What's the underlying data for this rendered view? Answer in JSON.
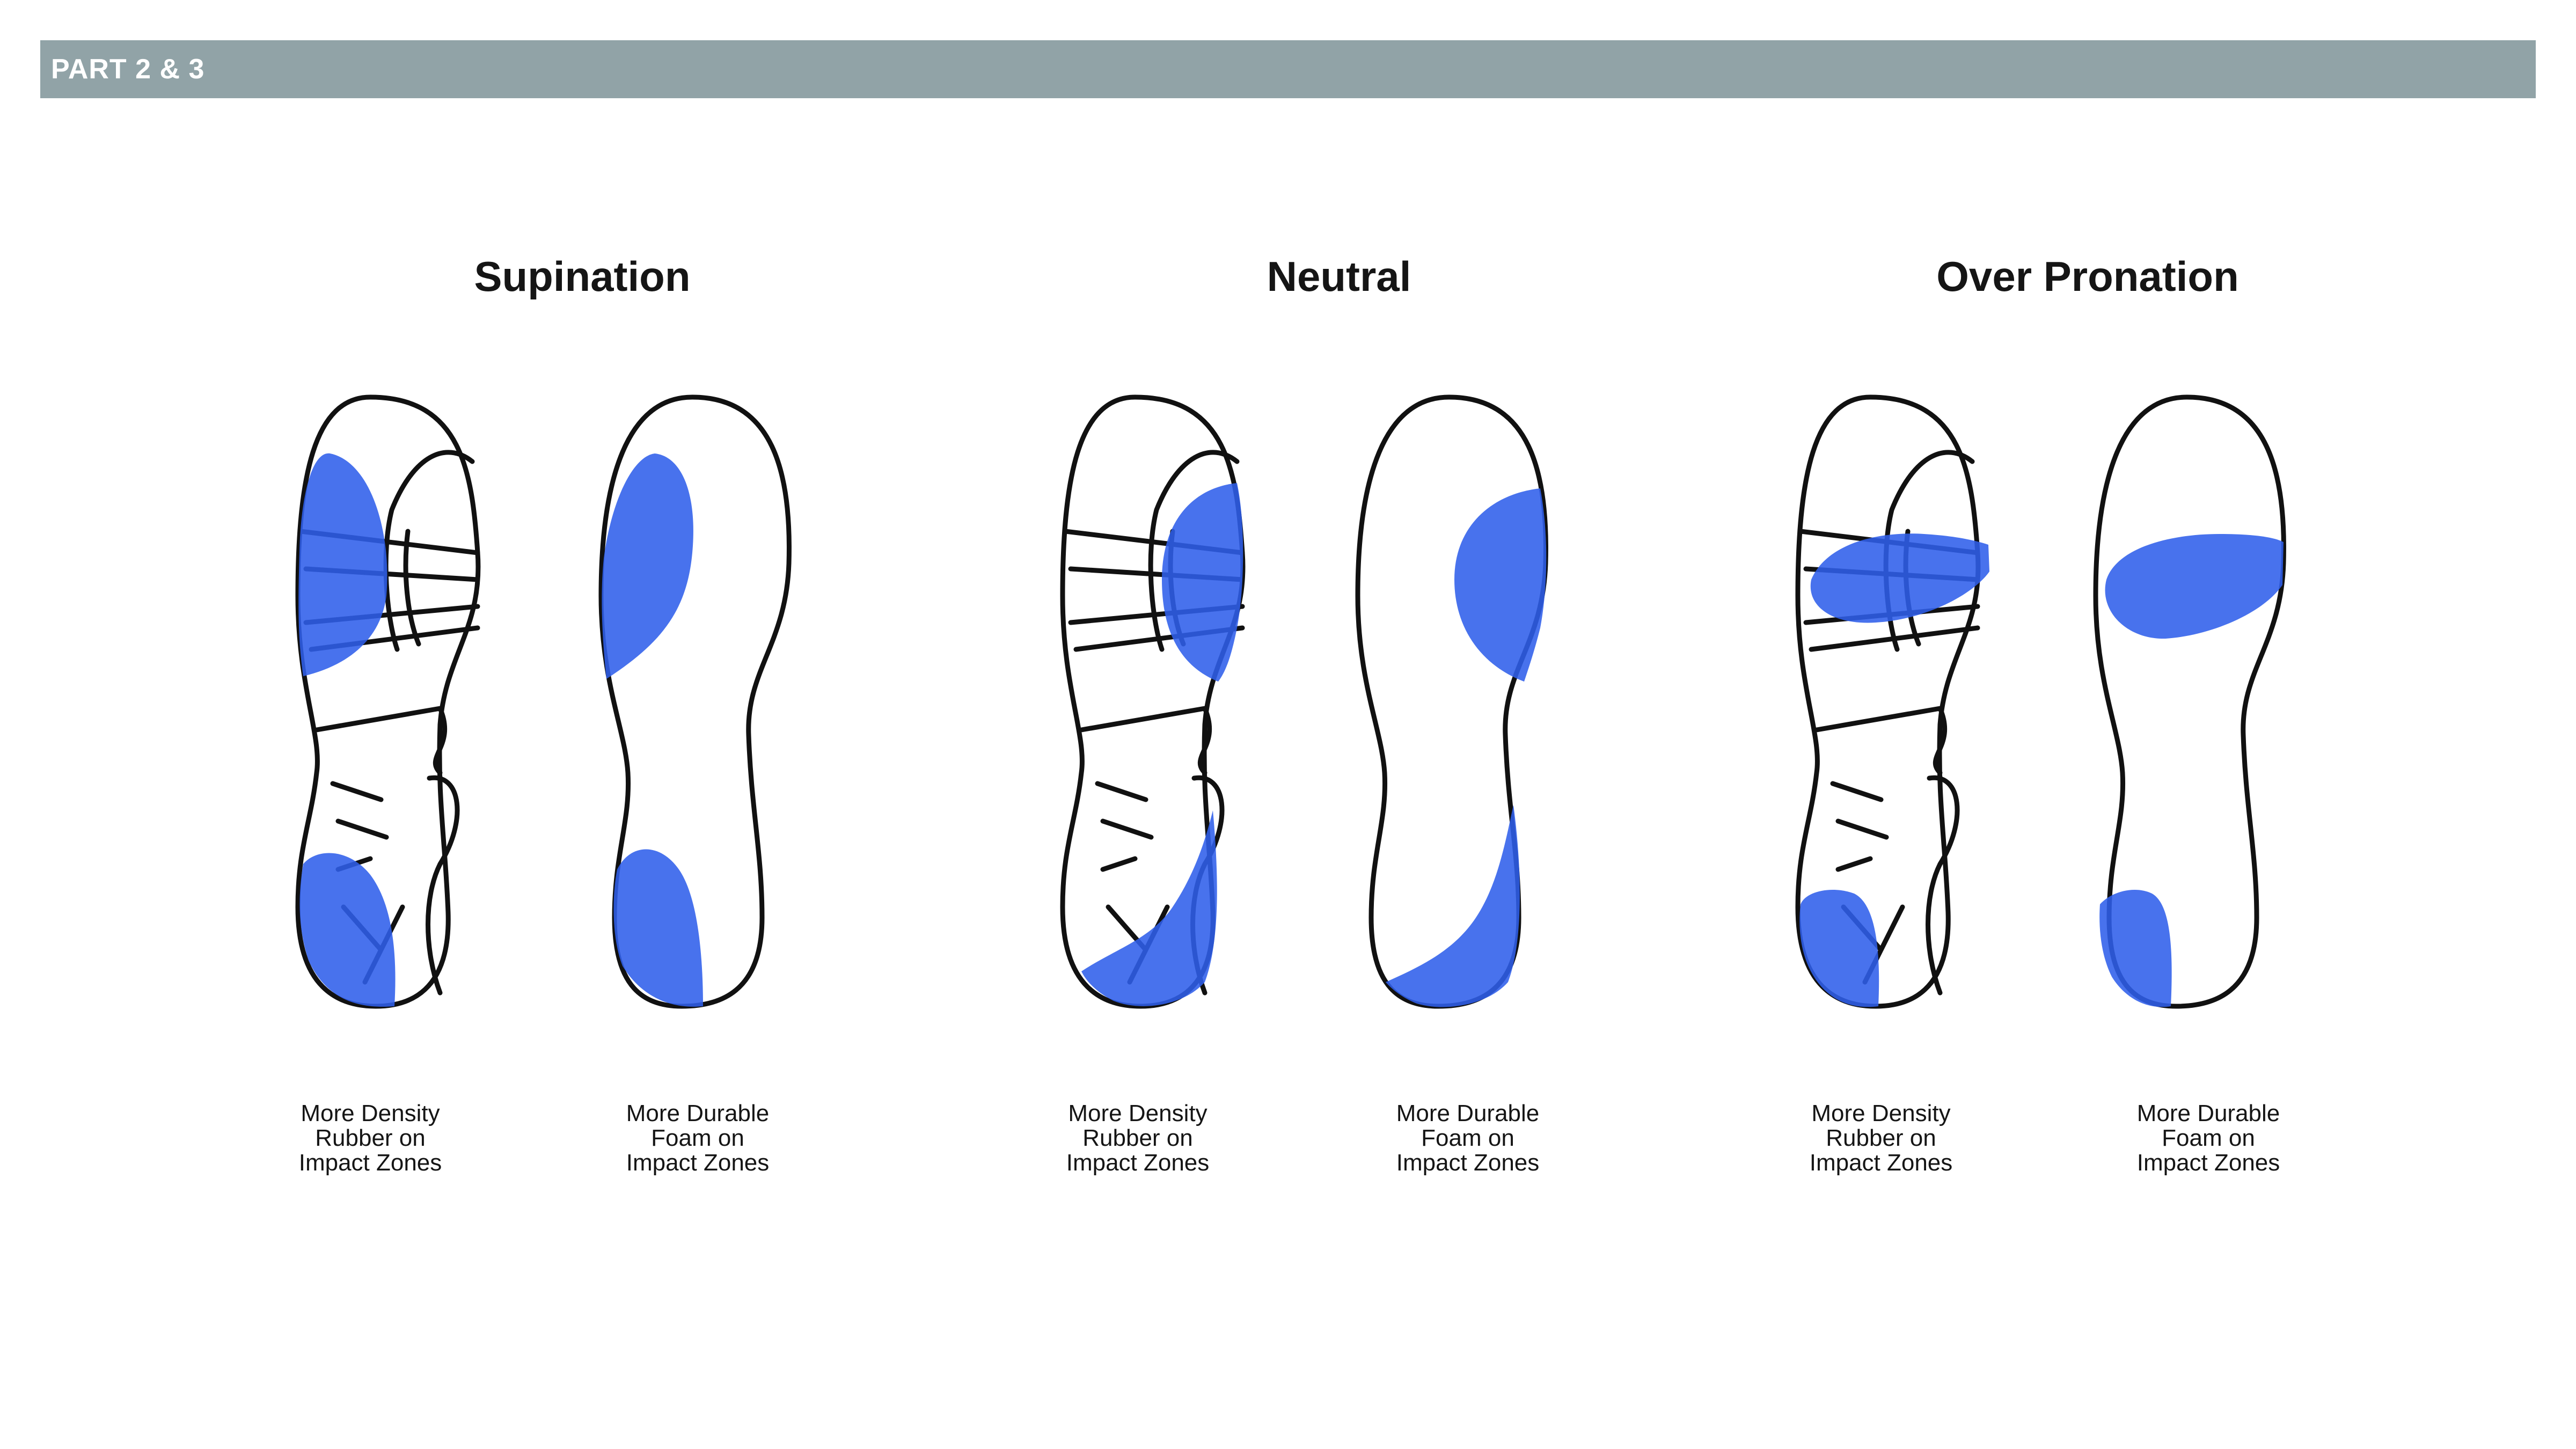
{
  "header": {
    "label": "PART 2 & 3"
  },
  "accent_color": "#2f5fea",
  "groups": [
    {
      "title": "Supination",
      "rubber_caption": [
        "More Density",
        "Rubber on",
        "Impact Zones"
      ],
      "foam_caption": [
        "More Durable",
        "Foam on",
        "Impact Zones"
      ]
    },
    {
      "title": "Neutral",
      "rubber_caption": [
        "More Density",
        "Rubber on",
        "Impact Zones"
      ],
      "foam_caption": [
        "More Durable",
        "Foam on",
        "Impact Zones"
      ]
    },
    {
      "title": "Over Pronation",
      "rubber_caption": [
        "More Density",
        "Rubber on",
        "Impact Zones"
      ],
      "foam_caption": [
        "More Durable",
        "Foam on",
        "Impact Zones"
      ]
    }
  ]
}
